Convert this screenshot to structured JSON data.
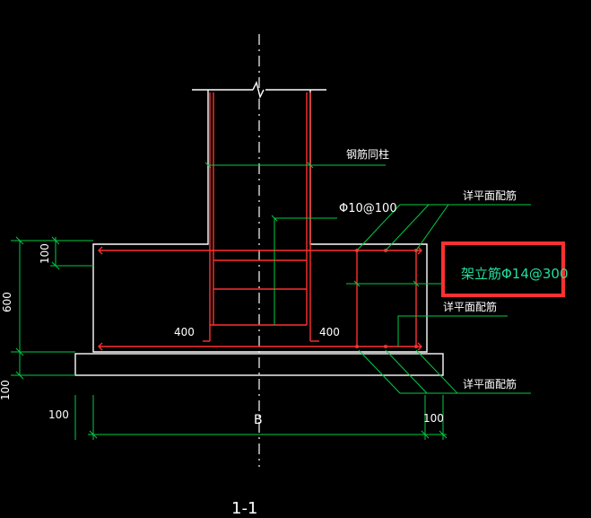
{
  "drawing": {
    "labels": {
      "rebar_same_as_column": "钢筋同柱",
      "stirrup_spec": "Φ10@100",
      "see_plan_reinforcement_top": "详平面配筋",
      "see_plan_reinforcement_middle": "详平面配筋",
      "see_plan_reinforcement_bottom": "详平面配筋",
      "erection_bar_spec": "架立筋Φ14@300",
      "anchor_left": "400",
      "anchor_right": "400",
      "dim_top_layer": "100",
      "dim_total_height": "600",
      "dim_cushion": "100",
      "dim_left_offset": "100",
      "dim_right_offset": "100",
      "dim_width": "B",
      "section_title": "1-1"
    },
    "colors": {
      "background": "#000000",
      "outline": "#ffffff",
      "rebar": "#ff3030",
      "leader": "#00cc44",
      "annotation": "#ffffff",
      "highlight_box": "#ff3030"
    }
  }
}
